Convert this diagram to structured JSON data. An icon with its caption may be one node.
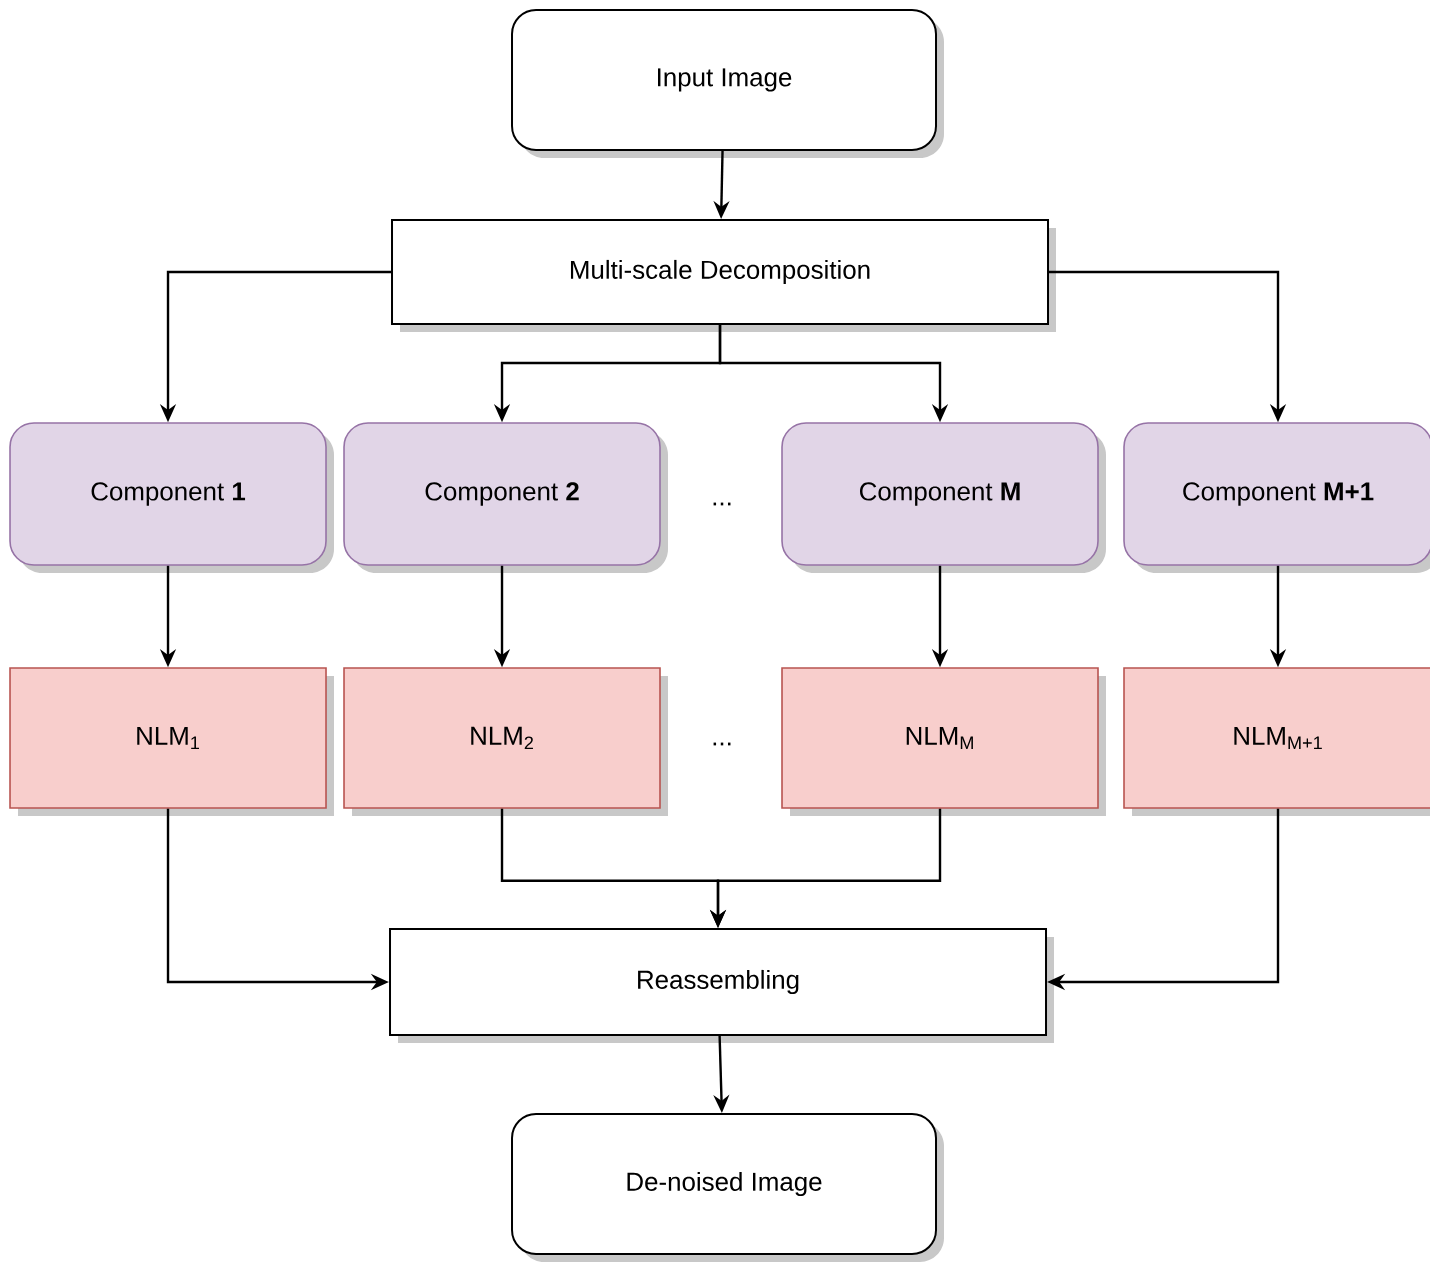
{
  "diagram": {
    "nodes": [
      {
        "text": [
          "Input Image"
        ]
      },
      {
        "text": [
          "Multi-scale Decomposition"
        ]
      },
      {
        "text": [
          "Component **1**"
        ]
      },
      {
        "text": [
          "Component **2**"
        ]
      },
      {
        "text": [
          "Component **M**"
        ]
      },
      {
        "text": [
          "Component **M+1**"
        ]
      },
      {
        "text": [
          "NLM$_{1}$"
        ]
      },
      {
        "text": [
          "NLM$_{2}$"
        ]
      },
      {
        "text": [
          "NLM$_{M}$"
        ]
      },
      {
        "text": [
          "NLM$_{M+1}$"
        ]
      },
      {
        "text": [
          "Reassembling"
        ]
      },
      {
        "text": [
          "De-noised Image"
        ]
      }
    ],
    "edges": [
      {
        "from": 0,
        "to": 1,
        "arrow": "to"
      },
      {
        "from": 1,
        "to": 2,
        "arrow": "to"
      },
      {
        "from": 1,
        "to": 3,
        "arrow": "to"
      },
      {
        "from": 1,
        "to": 4,
        "arrow": "to"
      },
      {
        "from": 1,
        "to": 5,
        "arrow": "to"
      },
      {
        "from": 2,
        "to": 6,
        "arrow": "to"
      },
      {
        "from": 3,
        "to": 7,
        "arrow": "to"
      },
      {
        "from": 4,
        "to": 8,
        "arrow": "to"
      },
      {
        "from": 5,
        "to": 9,
        "arrow": "to"
      },
      {
        "from": 6,
        "to": 10,
        "arrow": "to"
      },
      {
        "from": 7,
        "to": 10,
        "arrow": "to"
      },
      {
        "from": 8,
        "to": 10,
        "arrow": "to"
      },
      {
        "from": 9,
        "to": 10,
        "arrow": "to"
      },
      {
        "from": 10,
        "to": 11,
        "arrow": "to"
      }
    ],
    "labels": [
      "...",
      "..."
    ]
  }
}
